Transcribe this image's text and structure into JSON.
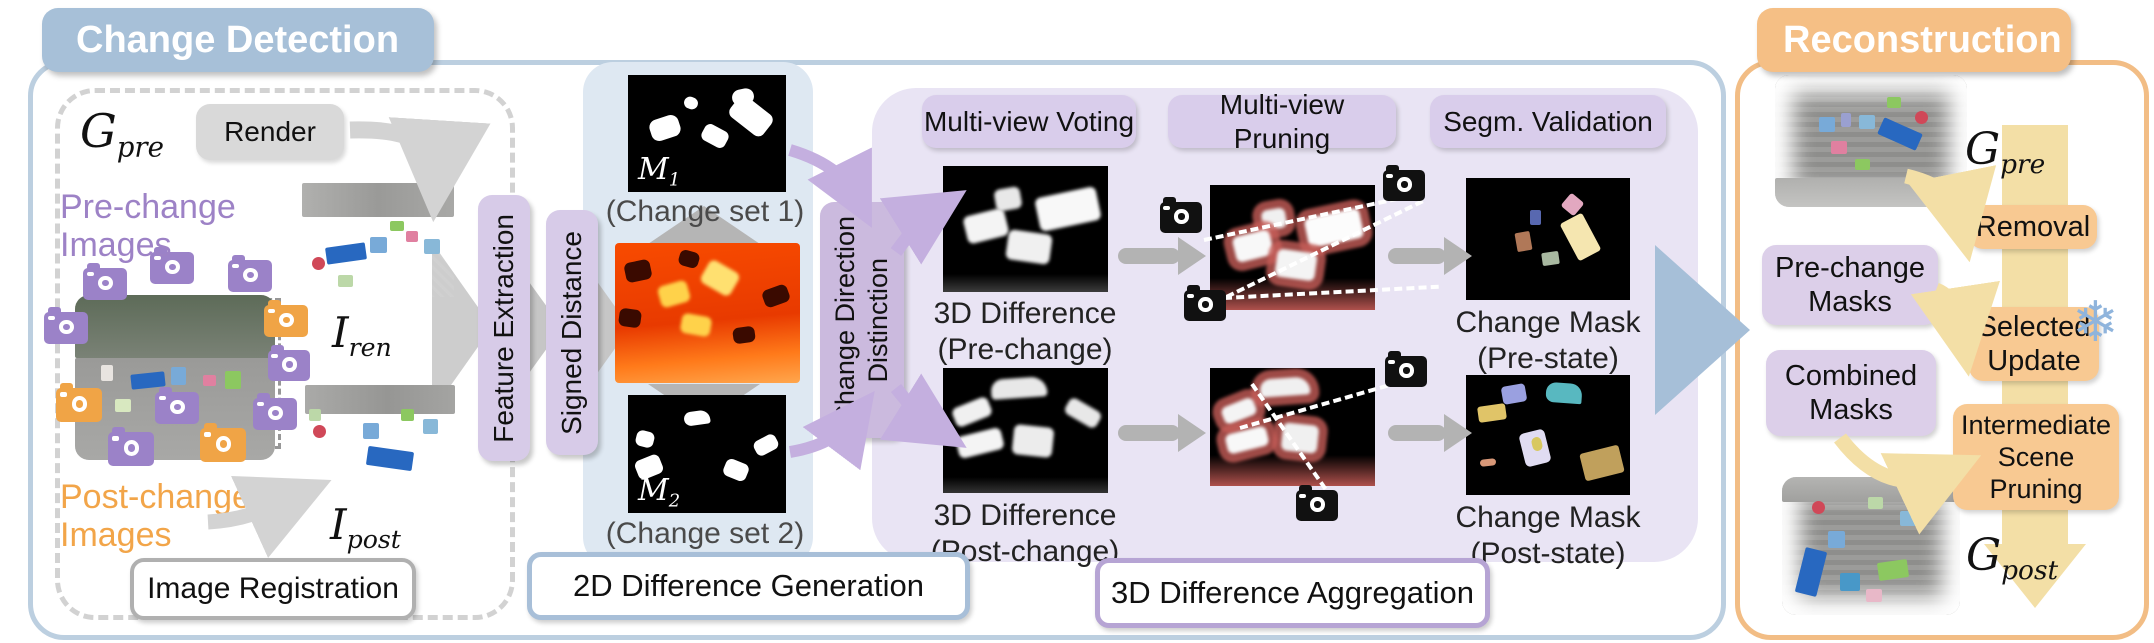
{
  "change_detection": {
    "title": "Change Detection",
    "inputs": {
      "g_pre_base": "G",
      "g_pre_sub": "pre",
      "render_label": "Render",
      "pre_change_line1": "Pre-change",
      "pre_change_line2": "Images",
      "post_change_line1": "Post-change",
      "post_change_line2": "Images",
      "i_ren_base": "I",
      "i_ren_sub": "ren",
      "i_post_base": "I",
      "i_post_sub": "post",
      "registration_label": "Image Registration"
    },
    "feature_extraction_label": "Feature Extraction",
    "signed_distance_label": "Signed Distance",
    "diff2d": {
      "m1_base": "M",
      "m1_sub": "1",
      "m1_caption": "(Change set 1)",
      "m2_base": "M",
      "m2_sub": "2",
      "m2_caption": "(Change set 2)",
      "panel_label": "2D Difference Generation"
    },
    "change_direction_line1": "Change Direction",
    "change_direction_line2": "Distinction",
    "aggregation": {
      "voting_label": "Multi-view Voting",
      "pruning_label": "Multi-view Pruning",
      "validation_label": "Segm. Validation",
      "pre_diff_line1": "3D Difference",
      "pre_diff_line2": "(Pre-change)",
      "post_diff_line1": "3D Difference",
      "post_diff_line2": "(Post-change)",
      "pre_mask_line1": "Change Mask",
      "pre_mask_line2": "(Pre-state)",
      "post_mask_line1": "Change Mask",
      "post_mask_line2": "(Post-state)",
      "panel_label": "3D Difference Aggregation"
    }
  },
  "reconstruction": {
    "title": "Reconstruction",
    "g_pre_base": "G",
    "g_pre_sub": "pre",
    "g_post_base": "G",
    "g_post_sub": "post",
    "removal_label": "Removal",
    "selected_update_line1": "Selected",
    "selected_update_line2": "Update",
    "intermediate_line1": "Intermediate",
    "intermediate_line2": "Scene",
    "intermediate_line3": "Pruning",
    "pre_masks_line1": "Pre-change",
    "pre_masks_line2": "Masks",
    "combined_masks_line1": "Combined",
    "combined_masks_line2": "Masks",
    "snowflake_glyph": "❄"
  },
  "colors": {
    "cd_header": "#a7c0d8",
    "cd_border": "#bccfe0",
    "recon_header": "#f5bf85",
    "recon_border": "#f2bd85",
    "purple_fill": "#d7cbe8",
    "purple_dark": "#cbbade",
    "blue_panel": "#dee8f2",
    "purple_panel": "#e9e4f4",
    "orange_box": "#f8c992",
    "purple_box": "#dccfe9",
    "yellow_arrow": "#f3dfa6",
    "blue_arrow": "#a6bfd8",
    "camera_purple": "#9b82c8",
    "camera_orange": "#f0a446",
    "pre_text": "#9d82c6",
    "post_text": "#f2a549"
  }
}
